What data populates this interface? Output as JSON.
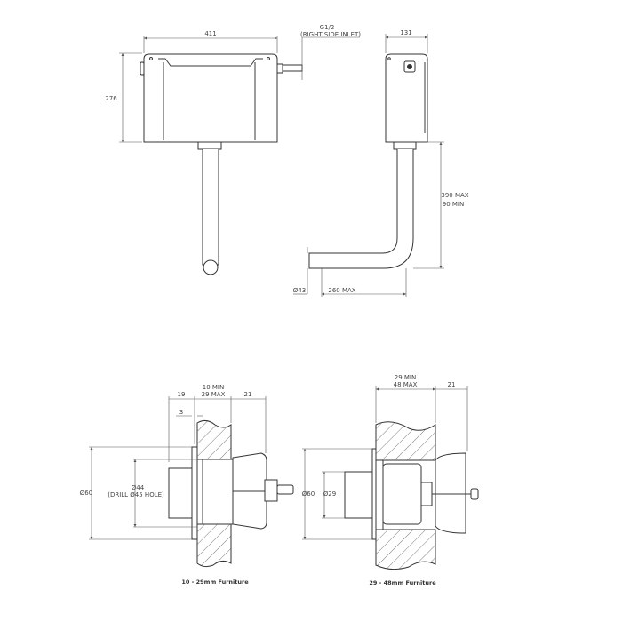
{
  "front_view": {
    "width_dim": "411",
    "height_dim": "276",
    "inlet_label": "G1/2",
    "inlet_note": "(RIGHT SIDE INLET)"
  },
  "side_view": {
    "depth_dim": "131",
    "pipe_height_max": "390 MAX",
    "pipe_height_min": "90 MIN",
    "pipe_dia": "Ø43",
    "pipe_length": "260 MAX"
  },
  "detail_thin": {
    "flange_dim": "19",
    "thickness_min": "10 MIN",
    "thickness_max": "29 MAX",
    "back_dim": "21",
    "flange_thickness": "3",
    "outer_dia": "Ø60",
    "inner_dia": "Ø44",
    "drill_note": "(DRILL Ø45 HOLE)",
    "caption": "10 - 29mm Furniture"
  },
  "detail_thick": {
    "thickness_min": "29 MIN",
    "thickness_max": "48 MAX",
    "back_dim": "21",
    "outer_dia": "Ø60",
    "inner_dia": "Ø29",
    "caption": "29 - 48mm Furniture"
  },
  "colors": {
    "line": "#3a3a3a",
    "background": "#ffffff"
  }
}
